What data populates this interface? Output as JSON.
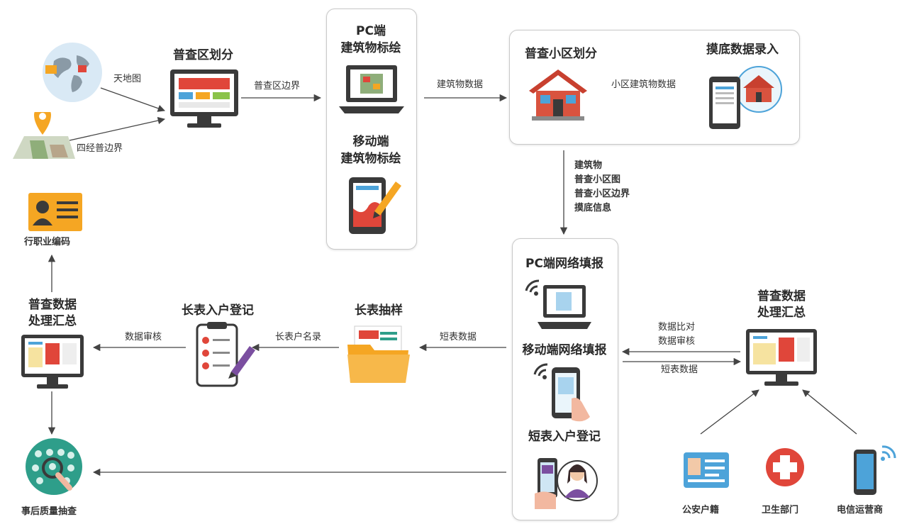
{
  "nodes": {
    "census_division": "普查区划分",
    "pc_marking": [
      "PC端",
      "建筑物标绘"
    ],
    "mobile_marking": [
      "移动端",
      "建筑物标绘"
    ],
    "community_division": "普查小区划分",
    "baseline_entry": "摸底数据录入",
    "pc_fill": "PC端网络填报",
    "mobile_fill": "移动端网络填报",
    "short_form_reg": "短表入户登记",
    "long_sampling": "长表抽样",
    "long_form_reg": "长表入户登记",
    "data_summary_left": [
      "普查数据",
      "处理汇总"
    ],
    "data_summary_right": [
      "普查数据",
      "处理汇总"
    ],
    "industry_code": "行职业编码",
    "post_check": "事后质量抽查",
    "police": "公安户籍",
    "health": "卫生部门",
    "telecom": "电信运营商"
  },
  "edges": {
    "tianditu": "天地图",
    "four_bound": "四经普边界",
    "census_boundary": "普查区边界",
    "building_data_1": "建筑物数据",
    "community_building_data": "小区建筑物数据",
    "downward": [
      "建筑物",
      "普查小区图",
      "普查小区边界",
      "摸底信息"
    ],
    "short_data_1": "短表数据",
    "long_names": "长表户名录",
    "data_review": "数据审核",
    "compare_review": [
      "数据比对",
      "数据审核"
    ],
    "short_data_2": "短表数据"
  },
  "colors": {
    "arrow": "#444444",
    "accent_red": "#e0463a",
    "accent_orange": "#f5a623",
    "monitor_dark": "#3a3a3a",
    "screen_blue": "#4da3d9",
    "house_red": "#c8402f",
    "green": "#2e9e8a",
    "purple": "#7b4fa0"
  },
  "icons": [
    "globe-icon",
    "map-pin-icon",
    "monitor-icon",
    "laptop-icon",
    "tablet-draw-icon",
    "house-icon",
    "tablet-house-icon",
    "wifi-laptop-icon",
    "wifi-phone-icon",
    "phone-person-icon",
    "folder-icon",
    "clipboard-pen-icon",
    "id-card-icon",
    "faces-magnifier-icon",
    "police-card-icon",
    "red-cross-icon",
    "phone-wifi-icon"
  ]
}
